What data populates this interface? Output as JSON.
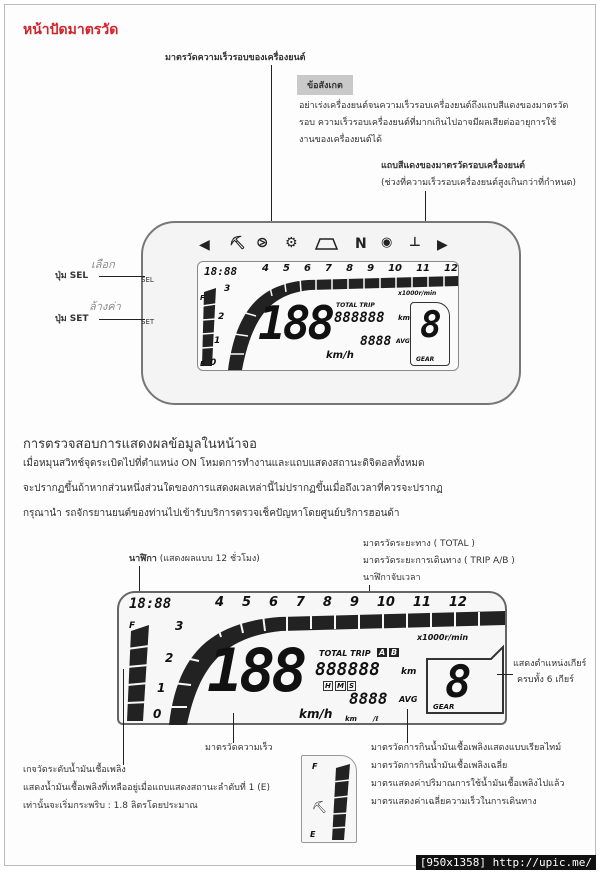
{
  "header": {
    "title": "หน้าปัดมาตรวัด"
  },
  "top_diagram": {
    "label_tach": "มาตรวัดความเร็วรอบของเครื่องยนต์",
    "note_tag": "ข้อสังเกต",
    "note_lines": [
      "อย่าเร่งเครื่องยนต์จนความเร็วรอบเครื่องยนต์ถึงแถบสีแดงของมาตรวัด",
      "รอบ ความเร็วรอบเครื่องยนต์ที่มากเกินไปอาจมีผลเสียต่ออายุการใช้",
      "งานของเครื่องยนต์ได้"
    ],
    "label_redband": "แถบสีแดงของมาตรวัดรอบเครื่องยนต์",
    "label_redband_sub": "(ช่วงที่ความเร็วรอบเครื่องยนต์สูงเกินกว่าที่กำหนด)",
    "label_sel": "ปุ่ม SEL",
    "label_set": "ปุ่ม SET",
    "handwriting_1": "เลือก",
    "handwriting_2": "ล้างค่า"
  },
  "lcd": {
    "clock": "18:88",
    "ticks": [
      "4",
      "5",
      "6",
      "7",
      "8",
      "9",
      "10",
      "11",
      "12"
    ],
    "ticks_left": [
      "3",
      "2",
      "1",
      "0"
    ],
    "speed": "188",
    "speed_unit": "km/h",
    "odometer": "888888",
    "odo_unit": "km",
    "trip_label": "TOTAL TRIP",
    "trip_a": "A",
    "trip_b": "B",
    "trip_h": "H",
    "trip_m": "M",
    "trip_s": "S",
    "fuel_value": "8888",
    "avg": "AVG",
    "km_small": "km",
    "per_l": "/ℓ",
    "gear": "8",
    "gear_label": "GEAR",
    "rpm_unit": "x1000r/min",
    "btn_sel": "SEL",
    "btn_set": "SET",
    "fuel_f": "F",
    "fuel_e": "E",
    "indicators": {
      "n": "N"
    }
  },
  "section2": {
    "title": "การตรวจสอบการแสดงผลข้อมูลในหน้าจอ",
    "para_lines": [
      "เมื่อหมุนสวิทช์จุดระเบิดไปที่ตำแหน่ง ON โหมดการทำงานและแถบแสดงสถานะดิจิตอลทั้งหมด",
      "จะปรากฏขึ้นถ้าหากส่วนหนึ่งส่วนใดของการแสดงผลเหล่านี้ไม่ปรากฏขึ้นเมื่อถึงเวลาที่ควรจะปรากฏ",
      "กรุณานำ รถจักรยานยนต์ของท่านไปเข้ารับบริการตรวจเช็คปัญหาโดยศูนย์บริการฮอนด้า"
    ],
    "para_on": "ON"
  },
  "bottom_diagram": {
    "clock_label": "นาฬิกา",
    "clock_label_sub": "(แสดงผลแบบ 12 ชั่วโมง)",
    "odo_label": "มาตรวัดระยะทาง ( TOTAL )",
    "trip_label": "มาตรวัดระยะการเดินทาง ( TRIP A/B )",
    "timer_label": "นาฬิกาจับเวลา",
    "gear_label_1": "แสดงตำแหน่งเกียร์",
    "gear_label_2": "ครบทั้ง 6 เกียร์",
    "speed_label": "มาตรวัดความเร็ว",
    "fuel_lines": [
      "เกจวัดระดับน้ำมันเชื้อเพลิง",
      "แสดงน้ำมันเชื้อเพลิงที่เหลืออยู่เมื่อแถบแสดงสถานะลำดับที่ 1  (E)",
      "เท่านั้นจะเริ่มกระพริบ : 1.8 ลิตรโดยประมาณ"
    ],
    "consumption_lines": [
      "มาตรวัดการกินน้ำมันเชื้อเพลิงแสดงแบบเรียลไทม์",
      "มาตรวัดการกินน้ำมันเชื้อเพลิงเฉลี่ย",
      "มาตรแสดงค่าปริมาณการใช้น้ำมันเชื้อเพลิงไปแล้ว",
      "มาตรแสดงค่าเฉลี่ยความเร็วในการเดินทาง"
    ],
    "inset_f": "F",
    "inset_e": "E"
  },
  "watermark": "[950x1358] http://upic.me/"
}
